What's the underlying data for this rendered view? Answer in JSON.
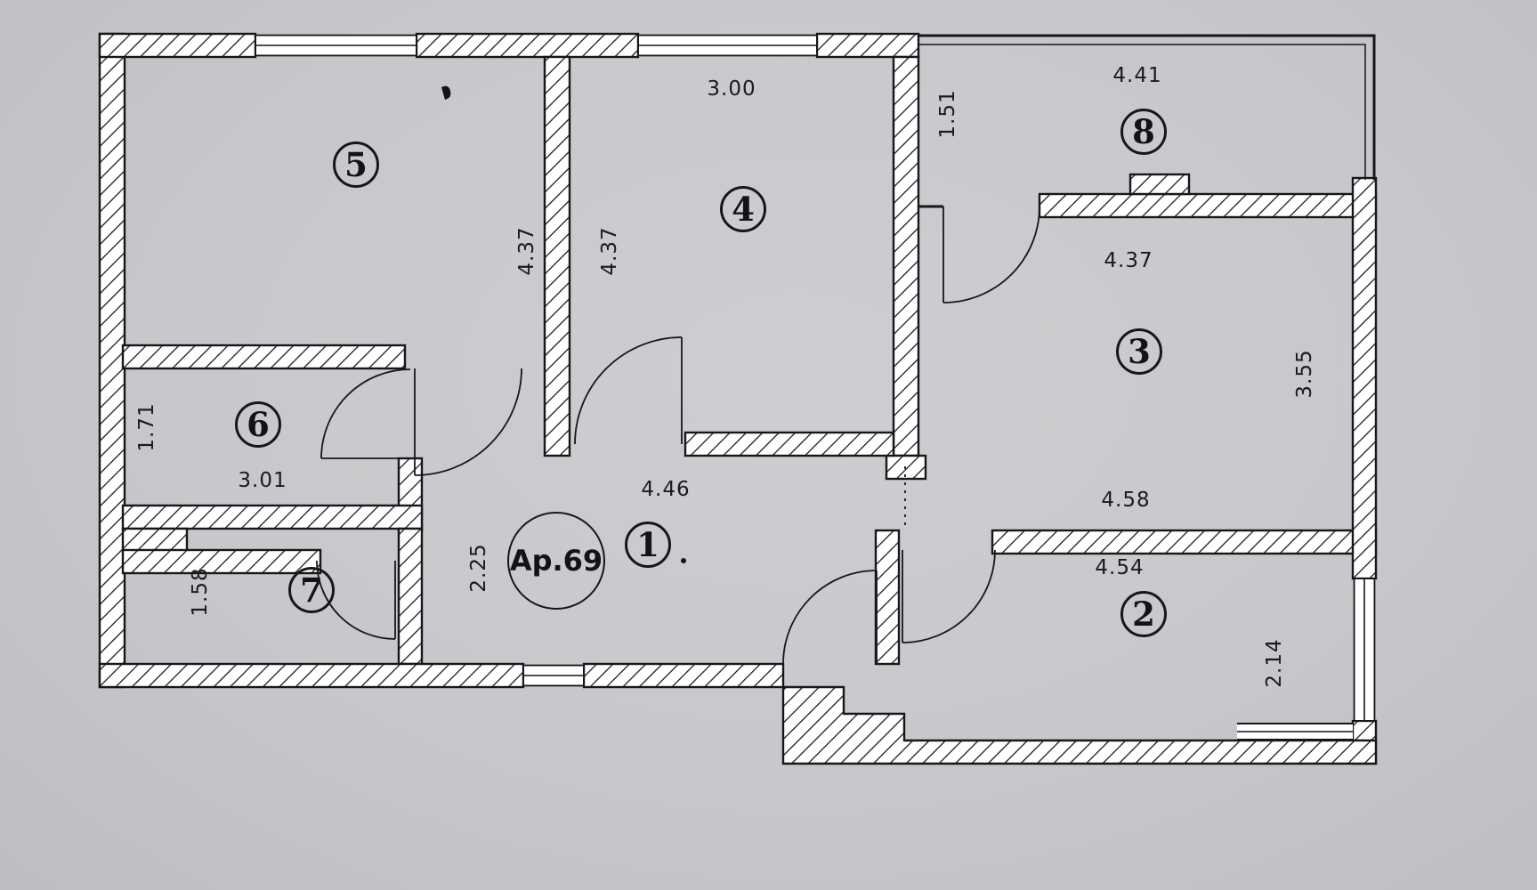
{
  "apartment": {
    "label": "Ap.69"
  },
  "rooms": {
    "r1": "1",
    "r2": "2",
    "r3": "3",
    "r4": "4",
    "r5": "5",
    "r6": "6",
    "r7": "7",
    "r8": "8"
  },
  "dimensions": {
    "room4_top": "3.00",
    "balcony_top": "4.41",
    "balcony_passage": "1.51",
    "room5_right": "4.37",
    "room4_left": "4.37",
    "room3_top": "4.37",
    "room3_right": "3.55",
    "room6_left": "1.71",
    "room6_bottom": "3.01",
    "hall_top": "4.46",
    "room3_bottom": "4.58",
    "hall_left": "2.25",
    "room2_top": "4.54",
    "room7_left": "1.58",
    "room2_right": "2.14"
  },
  "colors": {
    "paper": "#c7c8cb",
    "ink": "#17171a"
  }
}
